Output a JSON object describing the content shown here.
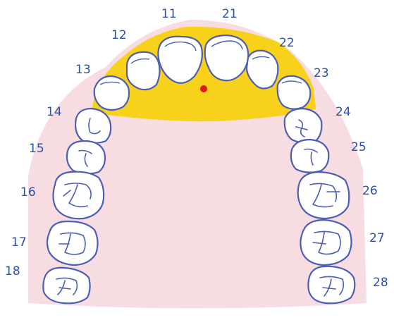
{
  "colors": {
    "palate": "#f7dde1",
    "anterior_region": "#f8d21a",
    "tooth_outline": "#4d5fb2",
    "tooth_fill": "#ffffff",
    "number_text": "#2e4fa6",
    "marker": "#e8141c"
  },
  "teeth": {
    "t11": "11",
    "t12": "12",
    "t13": "13",
    "t14": "14",
    "t15": "15",
    "t16": "16",
    "t17": "17",
    "t18": "18",
    "t21": "21",
    "t22": "22",
    "t23": "23",
    "t24": "24",
    "t25": "25",
    "t26": "26",
    "t27": "27",
    "t28": "28"
  }
}
